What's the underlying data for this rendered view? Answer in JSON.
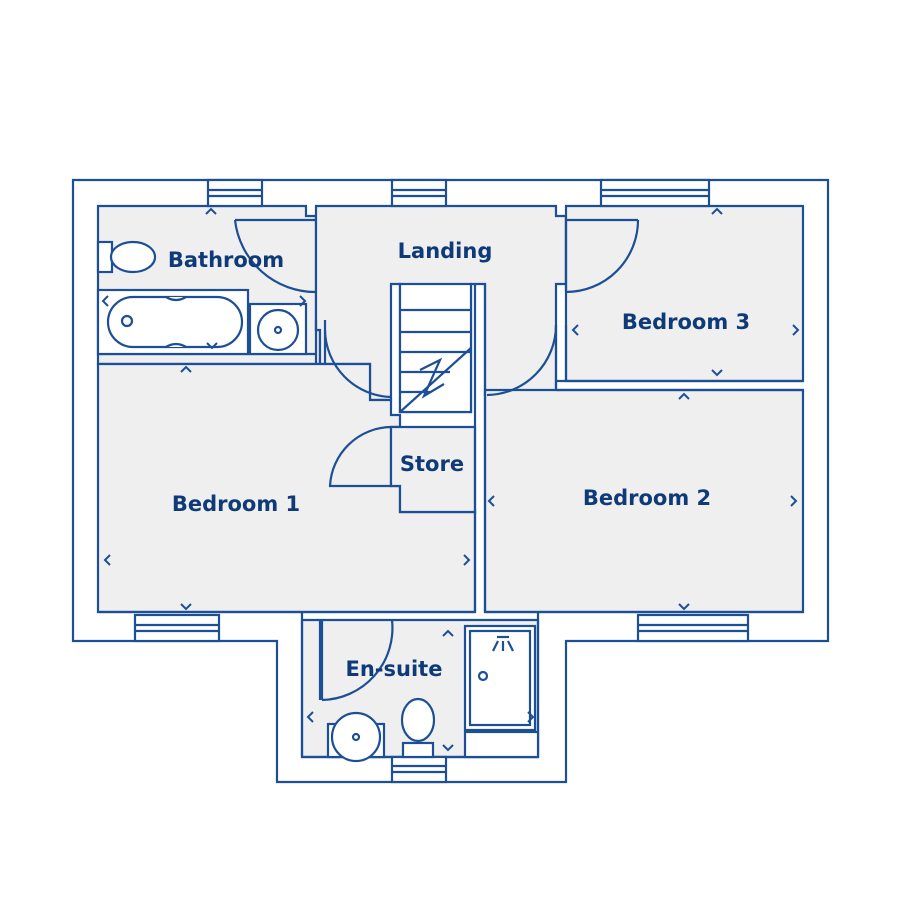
{
  "colors": {
    "wall": "#1c4f95",
    "floor": "#efefef",
    "label": "#0f3a78",
    "background": "#ffffff"
  },
  "rooms": {
    "bathroom": "Bathroom",
    "landing": "Landing",
    "bedroom3": "Bedroom 3",
    "store": "Store",
    "bedroom1": "Bedroom 1",
    "bedroom2": "Bedroom 2",
    "ensuite": "En-suite"
  },
  "icons": [
    "bath-icon",
    "toilet-icon",
    "basin-icon",
    "shower-icon",
    "staircase-icon",
    "window-icon",
    "door-swing-icon",
    "dimension-marker-icon"
  ]
}
